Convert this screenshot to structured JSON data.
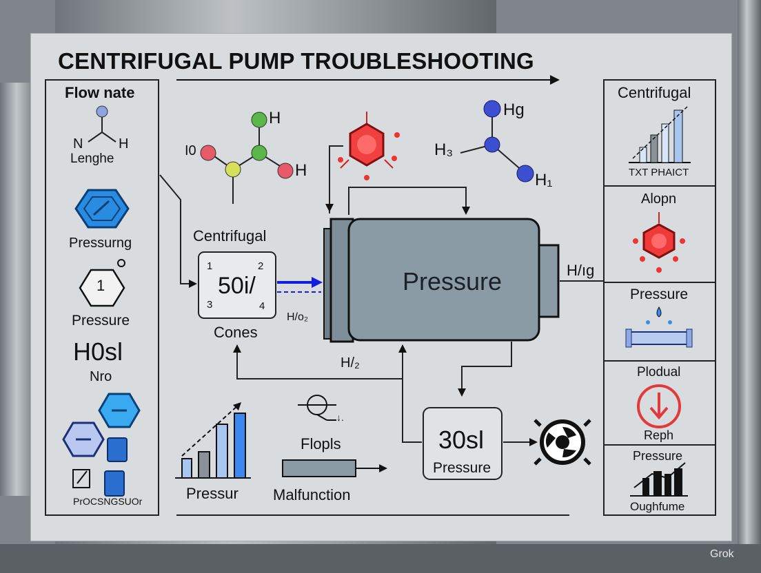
{
  "title": "CENTRIFUGAL PUMP TROUBLESHOOTING",
  "left_panel": {
    "flow_label": "Flow nate",
    "mol_n": "N",
    "mol_h": "H",
    "length_label": "Lenghe",
    "pressure1": "Pressurng",
    "hex_digit": "1",
    "pressure2": "Pressure",
    "h0sl": "H0sl",
    "nro": "Nro",
    "processor": "PrOCSNGSUOr"
  },
  "center": {
    "mol_left": "I0",
    "mol_h_top": "H",
    "mol_h_right": "H",
    "h3": "H₃",
    "hg": "Hg",
    "h1": "H₁",
    "centrifugal_label": "Centrifugal",
    "gauge_main": "50i/",
    "gauge_n1": "1",
    "gauge_n2": "2",
    "gauge_n3": "3",
    "gauge_n4": "4",
    "cones_label": "Cones",
    "h_o2": "H/o₂",
    "pump_label": "Pressure",
    "h_ig": "H/ıg",
    "h_2": "H/₂",
    "valve_small": "↓.",
    "flopls": "Flopls",
    "malfunction": "Malfunction",
    "pressur": "Pressur",
    "outlet_value": "30sl",
    "outlet_label": "Pressure"
  },
  "right_panel": {
    "centrifugal": "Centrifugal",
    "txt_phaict": "TXT PHAICT",
    "alopn": "Alopn",
    "pressure": "Pressure",
    "plodual": "Plodual",
    "reph": "Reph",
    "pressure2": "Pressure",
    "oughfume": "Oughfume"
  },
  "watermark": "Grok",
  "colors": {
    "panel_bg": "#d9dcde",
    "pump_body": "#8a9ba6",
    "accent_blue": "#1a6fd6",
    "alert_red": "#e23a3a",
    "molecule_green": "#5ab84a",
    "molecule_blue": "#3b4fd0"
  }
}
